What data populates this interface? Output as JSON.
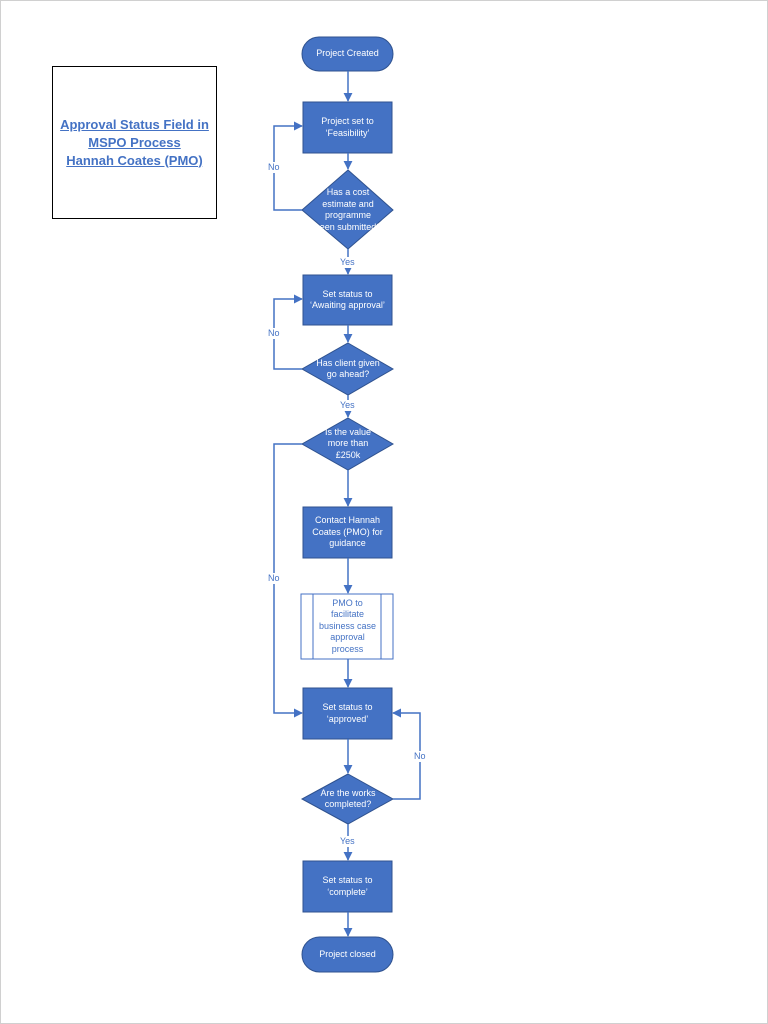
{
  "title": {
    "lines": [
      "Approval Status Field in",
      "MSPO Process",
      "Hannah Coates (PMO)"
    ]
  },
  "colors": {
    "fill": "#4472C4",
    "stroke": "#2F528F",
    "connector": "#4472C4",
    "text_on_fill": "#FFFFFF"
  },
  "nodes": {
    "project_created": "Project Created",
    "feasibility": "Project set to ‘Feasibility’",
    "cost_estimate_decision": "Has a cost estimate and programme been submitted?",
    "awaiting_approval": "Set status to ‘Awaiting approval’",
    "client_go_ahead_decision": "Has client given go ahead?",
    "value_decision": "Is the value more than £250k",
    "contact_pmo": "Contact Hannah Coates (PMO) for guidance",
    "business_case_process": "PMO to facilitate business case approval process",
    "approved": "Set status to ‘approved’",
    "works_completed_decision": "Are the works completed?",
    "complete": "Set status to ‘complete’",
    "project_closed": "Project closed"
  },
  "edge_labels": {
    "yes": "Yes",
    "no": "No"
  }
}
